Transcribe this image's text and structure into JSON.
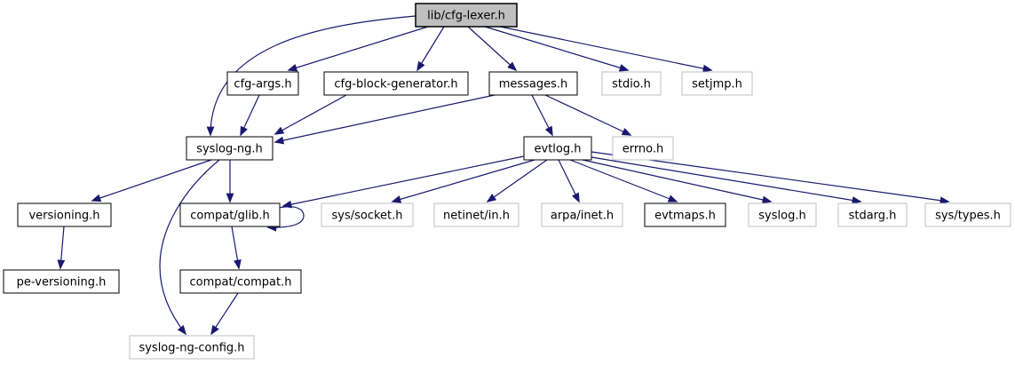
{
  "graph": {
    "kind": "include-dependency-graph",
    "root": "lib/cfg-lexer.h",
    "nodes": {
      "cfg_lexer": {
        "label": "lib/cfg-lexer.h",
        "type": "root"
      },
      "cfg_args": {
        "label": "cfg-args.h",
        "type": "internal"
      },
      "cfg_block_generator": {
        "label": "cfg-block-generator.h",
        "type": "internal"
      },
      "messages": {
        "label": "messages.h",
        "type": "internal"
      },
      "stdio": {
        "label": "stdio.h",
        "type": "external"
      },
      "setjmp": {
        "label": "setjmp.h",
        "type": "external"
      },
      "syslog_ng": {
        "label": "syslog-ng.h",
        "type": "internal"
      },
      "evtlog": {
        "label": "evtlog.h",
        "type": "internal"
      },
      "errno": {
        "label": "errno.h",
        "type": "external"
      },
      "versioning": {
        "label": "versioning.h",
        "type": "internal"
      },
      "compat_glib": {
        "label": "compat/glib.h",
        "type": "internal"
      },
      "sys_socket": {
        "label": "sys/socket.h",
        "type": "external"
      },
      "netinet_in": {
        "label": "netinet/in.h",
        "type": "external"
      },
      "arpa_inet": {
        "label": "arpa/inet.h",
        "type": "external"
      },
      "evtmaps": {
        "label": "evtmaps.h",
        "type": "internal"
      },
      "syslog": {
        "label": "syslog.h",
        "type": "external"
      },
      "stdarg": {
        "label": "stdarg.h",
        "type": "external"
      },
      "sys_types": {
        "label": "sys/types.h",
        "type": "external"
      },
      "pe_versioning": {
        "label": "pe-versioning.h",
        "type": "internal"
      },
      "compat_compat": {
        "label": "compat/compat.h",
        "type": "internal"
      },
      "syslog_ng_config": {
        "label": "syslog-ng-config.h",
        "type": "external"
      }
    },
    "edges": [
      {
        "from": "lib/cfg-lexer.h",
        "to": "cfg-args.h"
      },
      {
        "from": "lib/cfg-lexer.h",
        "to": "cfg-block-generator.h"
      },
      {
        "from": "lib/cfg-lexer.h",
        "to": "messages.h"
      },
      {
        "from": "lib/cfg-lexer.h",
        "to": "stdio.h"
      },
      {
        "from": "lib/cfg-lexer.h",
        "to": "setjmp.h"
      },
      {
        "from": "lib/cfg-lexer.h",
        "to": "syslog-ng.h"
      },
      {
        "from": "cfg-args.h",
        "to": "syslog-ng.h"
      },
      {
        "from": "cfg-block-generator.h",
        "to": "syslog-ng.h"
      },
      {
        "from": "messages.h",
        "to": "syslog-ng.h"
      },
      {
        "from": "messages.h",
        "to": "evtlog.h"
      },
      {
        "from": "messages.h",
        "to": "errno.h"
      },
      {
        "from": "syslog-ng.h",
        "to": "versioning.h"
      },
      {
        "from": "syslog-ng.h",
        "to": "compat/glib.h"
      },
      {
        "from": "syslog-ng.h",
        "to": "syslog-ng-config.h"
      },
      {
        "from": "versioning.h",
        "to": "pe-versioning.h"
      },
      {
        "from": "compat/glib.h",
        "to": "compat/glib.h"
      },
      {
        "from": "compat/glib.h",
        "to": "compat/compat.h"
      },
      {
        "from": "compat/compat.h",
        "to": "syslog-ng-config.h"
      },
      {
        "from": "evtlog.h",
        "to": "compat/glib.h"
      },
      {
        "from": "evtlog.h",
        "to": "sys/socket.h"
      },
      {
        "from": "evtlog.h",
        "to": "netinet/in.h"
      },
      {
        "from": "evtlog.h",
        "to": "arpa/inet.h"
      },
      {
        "from": "evtlog.h",
        "to": "evtmaps.h"
      },
      {
        "from": "evtlog.h",
        "to": "syslog.h"
      },
      {
        "from": "evtlog.h",
        "to": "stdarg.h"
      },
      {
        "from": "evtlog.h",
        "to": "sys/types.h"
      }
    ],
    "colors": {
      "edge": "#191970",
      "root_fill": "#bfbfbf",
      "node_fill": "#ffffff",
      "internal_border": "#000000",
      "external_border": "#c0c0c0",
      "text": "#000000",
      "background": "#ffffff"
    }
  }
}
